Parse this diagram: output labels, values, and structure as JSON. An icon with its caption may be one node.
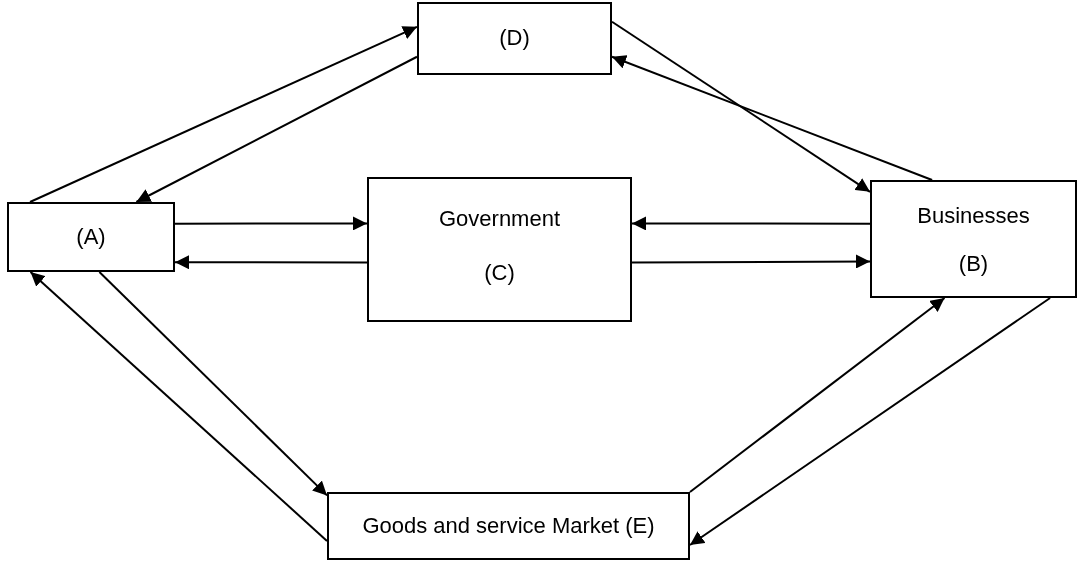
{
  "diagram": {
    "nodes": [
      {
        "text": [
          "(A)"
        ]
      },
      {
        "text": [
          "(D)"
        ]
      },
      {
        "text": [
          "Government",
          "(C)"
        ]
      },
      {
        "text": [
          "Businesses",
          "(B)"
        ]
      },
      {
        "text": [
          "Goods and service Market (E)"
        ]
      }
    ],
    "edges": [
      {
        "from": 0,
        "to": 1,
        "arrow": "to"
      },
      {
        "from": 1,
        "to": 0,
        "arrow": "to"
      },
      {
        "from": 0,
        "to": 2,
        "arrow": "to"
      },
      {
        "from": 2,
        "to": 0,
        "arrow": "to"
      },
      {
        "from": 3,
        "to": 2,
        "arrow": "to"
      },
      {
        "from": 2,
        "to": 3,
        "arrow": "to"
      },
      {
        "from": 1,
        "to": 3,
        "arrow": "to"
      },
      {
        "from": 3,
        "to": 1,
        "arrow": "to"
      },
      {
        "from": 0,
        "to": 4,
        "arrow": "to"
      },
      {
        "from": 4,
        "to": 0,
        "arrow": "to"
      },
      {
        "from": 4,
        "to": 3,
        "arrow": "to"
      },
      {
        "from": 3,
        "to": 4,
        "arrow": "to"
      }
    ]
  }
}
